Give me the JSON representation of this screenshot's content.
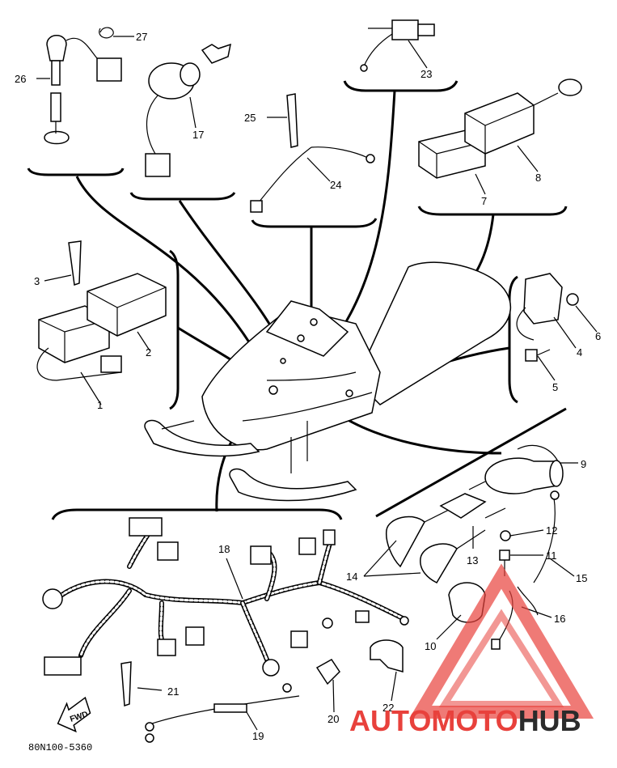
{
  "diagram": {
    "part_numbers": [
      "1",
      "2",
      "3",
      "4",
      "5",
      "6",
      "7",
      "8",
      "9",
      "10",
      "11",
      "12",
      "13",
      "14",
      "15",
      "16",
      "17",
      "18",
      "19",
      "20",
      "21",
      "22",
      "23",
      "24",
      "25",
      "26",
      "27"
    ],
    "catalog_code": "80N100-5360",
    "direction_arrow_text": "FWD"
  },
  "watermark": {
    "brand_part1": "AUTO",
    "brand_part2": "MOTO",
    "brand_part3": "HUB",
    "color_primary": "#e8413c",
    "color_secondary": "#2b2b2b"
  }
}
